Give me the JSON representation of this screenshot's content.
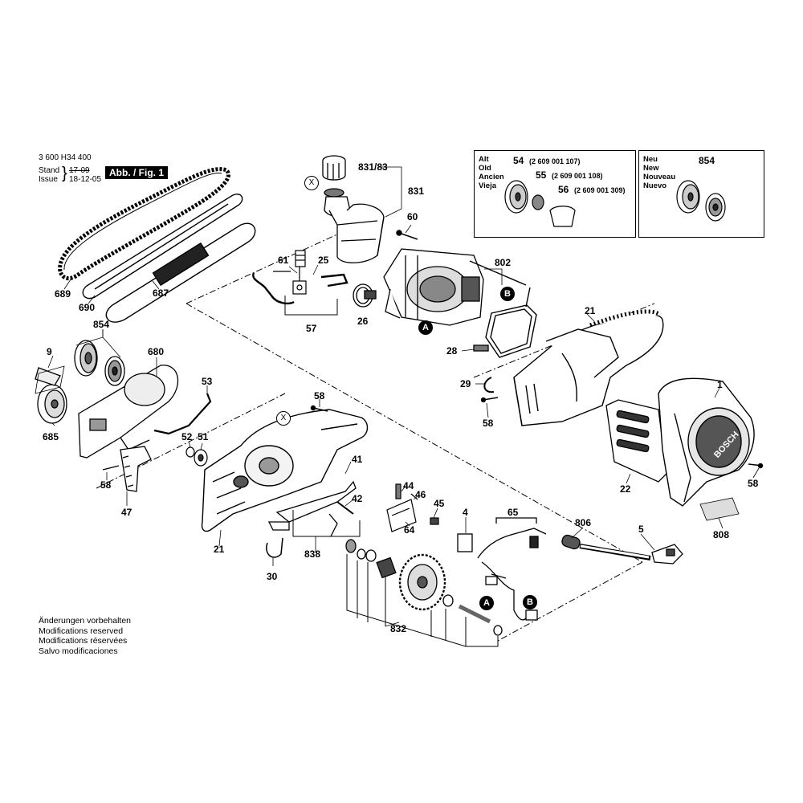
{
  "header": {
    "doc_number": "3 600 H34 400",
    "stand_label": "Stand",
    "stand_date": "17-09",
    "issue_label": "Issue",
    "issue_date": "18-12-05",
    "figure_label": "Abb. / Fig. 1"
  },
  "old_parts_box": {
    "languages": [
      "Alt",
      "Old",
      "Ancien",
      "Vieja"
    ],
    "items": [
      {
        "ref": "54",
        "part_number": "(2 609 001 107)"
      },
      {
        "ref": "55",
        "part_number": "(2 609 001 108)"
      },
      {
        "ref": "56",
        "part_number": "(2 609 001 309)"
      }
    ]
  },
  "new_parts_box": {
    "languages": [
      "Neu",
      "New",
      "Nouveau",
      "Nuevo"
    ],
    "ref": "854"
  },
  "callouts": {
    "c831_83": "831/83",
    "c831": "831",
    "c60": "60",
    "c802": "802",
    "c61": "61",
    "c25": "25",
    "c57": "57",
    "c26": "26",
    "c689": "689",
    "c690": "690",
    "c687": "687",
    "c854": "854",
    "c9": "9",
    "c680": "680",
    "c685": "685",
    "c53": "53",
    "c52": "52",
    "c51": "51",
    "c58a": "58",
    "c47": "47",
    "c58b": "58",
    "c21a": "21",
    "c28": "28",
    "c29": "29",
    "c58c": "58",
    "c1": "1",
    "c22": "22",
    "c58d": "58",
    "c808": "808",
    "c41": "41",
    "c44": "44",
    "c46": "46",
    "c45": "45",
    "c42": "42",
    "c64": "64",
    "c21b": "21",
    "c838": "838",
    "c30": "30",
    "c4": "4",
    "c65": "65",
    "c806": "806",
    "c5": "5",
    "c832": "832"
  },
  "markers": {
    "a": "A",
    "b": "B",
    "x": "X"
  },
  "brand_on_housing": "BOSCH",
  "notes": [
    "Änderungen vorbehalten",
    "Modifications reserved",
    "Modifications réservées",
    "Salvo modificaciones"
  ]
}
